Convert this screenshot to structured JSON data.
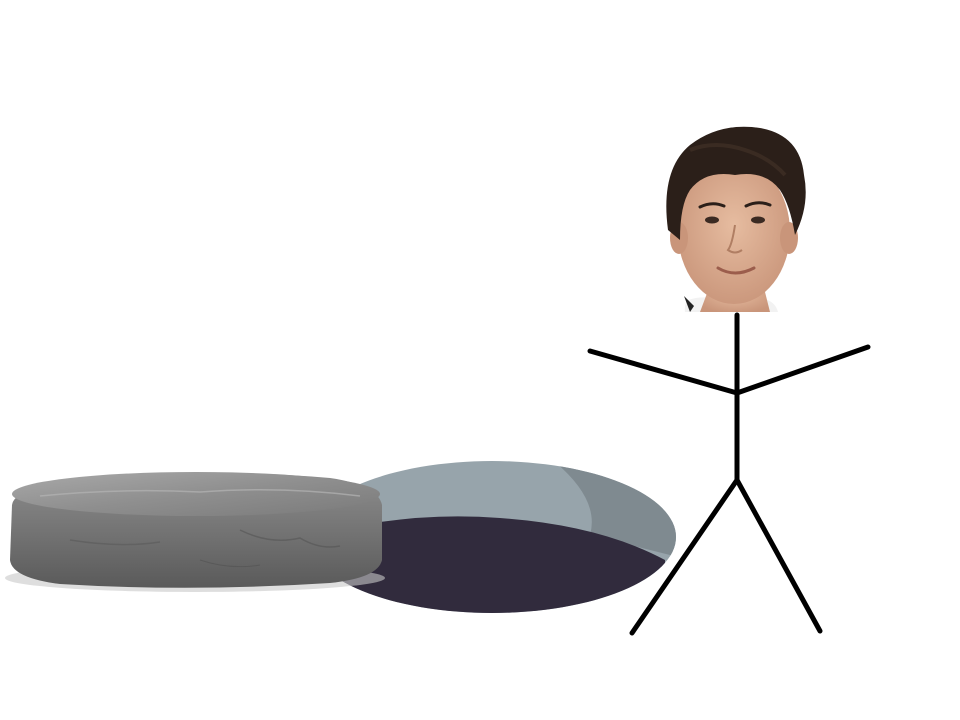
{
  "scene": {
    "background_color": "#ffffff",
    "objects": [
      {
        "name": "stone-slab",
        "icon": "stone-slab-image",
        "color": "#8c8c8c"
      },
      {
        "name": "manhole-hole",
        "icon": "open-hole",
        "colors": {
          "rim": "#97a4ab",
          "inner_wall": "#7f8a90",
          "pit": "#312b3d"
        }
      },
      {
        "name": "stick-figure",
        "icon": "stick-figure-person",
        "color": "#000000"
      },
      {
        "name": "face-photo",
        "icon": "person-face-photo",
        "colors": {
          "hair": "#2b1f19",
          "skin": "#d9ac8f"
        }
      }
    ]
  }
}
